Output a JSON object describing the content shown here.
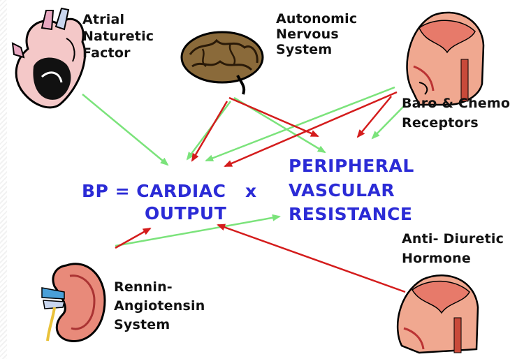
{
  "labels": {
    "anf": "Atrial\nNaturetic\nFactor",
    "ans": "Autonomic\nNervous\nSystem",
    "baro": "Baro & Chemo\nReceptors",
    "adh": "Anti- Diuretic\nHormone",
    "ras": "Rennin-\nAngiotensin\nSystem"
  },
  "equation": {
    "bp": "BP = CARDIAC",
    "output": "OUTPUT",
    "times": "x",
    "pvr1": "PERIPHERAL",
    "pvr2": "VASCULAR",
    "pvr3": "RESISTANCE"
  },
  "colors": {
    "green_arrow": "#7be37b",
    "red_arrow": "#d41c1c",
    "equation_text": "#2b2bd6"
  }
}
